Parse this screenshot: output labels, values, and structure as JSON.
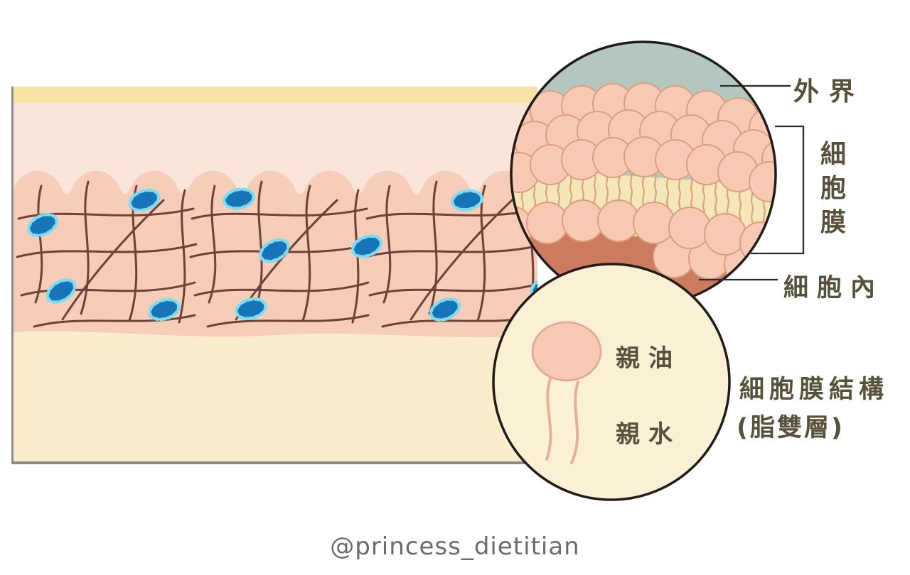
{
  "page": {
    "watermark": "@princess_dietitian"
  },
  "membrane_view": {
    "label_outside": "外界",
    "label_membrane": "細胞膜",
    "membrane_chars": [
      "細",
      "胞",
      "膜"
    ],
    "label_inside": "細胞內"
  },
  "phospholipid_view": {
    "label_lipophilic": "親油",
    "label_hydrophilic": "親水",
    "caption_line1": "細胞膜結構",
    "caption_line2": "(脂雙層)"
  },
  "colors": {
    "outside_teal": "#B4C7BE",
    "membrane_head_fill": "#F8CAB3",
    "membrane_head_outline": "#DB9E83",
    "tail_band_yellow": "#F5E6B9",
    "tail_stroke": "#D9A47A",
    "intracellular_terracotta": "#CD7B5F",
    "surface_film_yellow": "#F8E3A4",
    "epidermis_pink": "#FBE5DA",
    "dermis_pink": "#F5CDB8",
    "subcutis_cream": "#FBEDCB",
    "fiber_brown": "#6E4236",
    "particle_blue": "#1874B8",
    "particle_cyan_halo": "#7EDCEF",
    "small_circle_cream": "#FAF0D6",
    "label_text": "#57503A",
    "leader_line": "#2E2A26",
    "panel_border_gray": "#8B8B89",
    "watermark_gray": "#6B6B6B"
  }
}
